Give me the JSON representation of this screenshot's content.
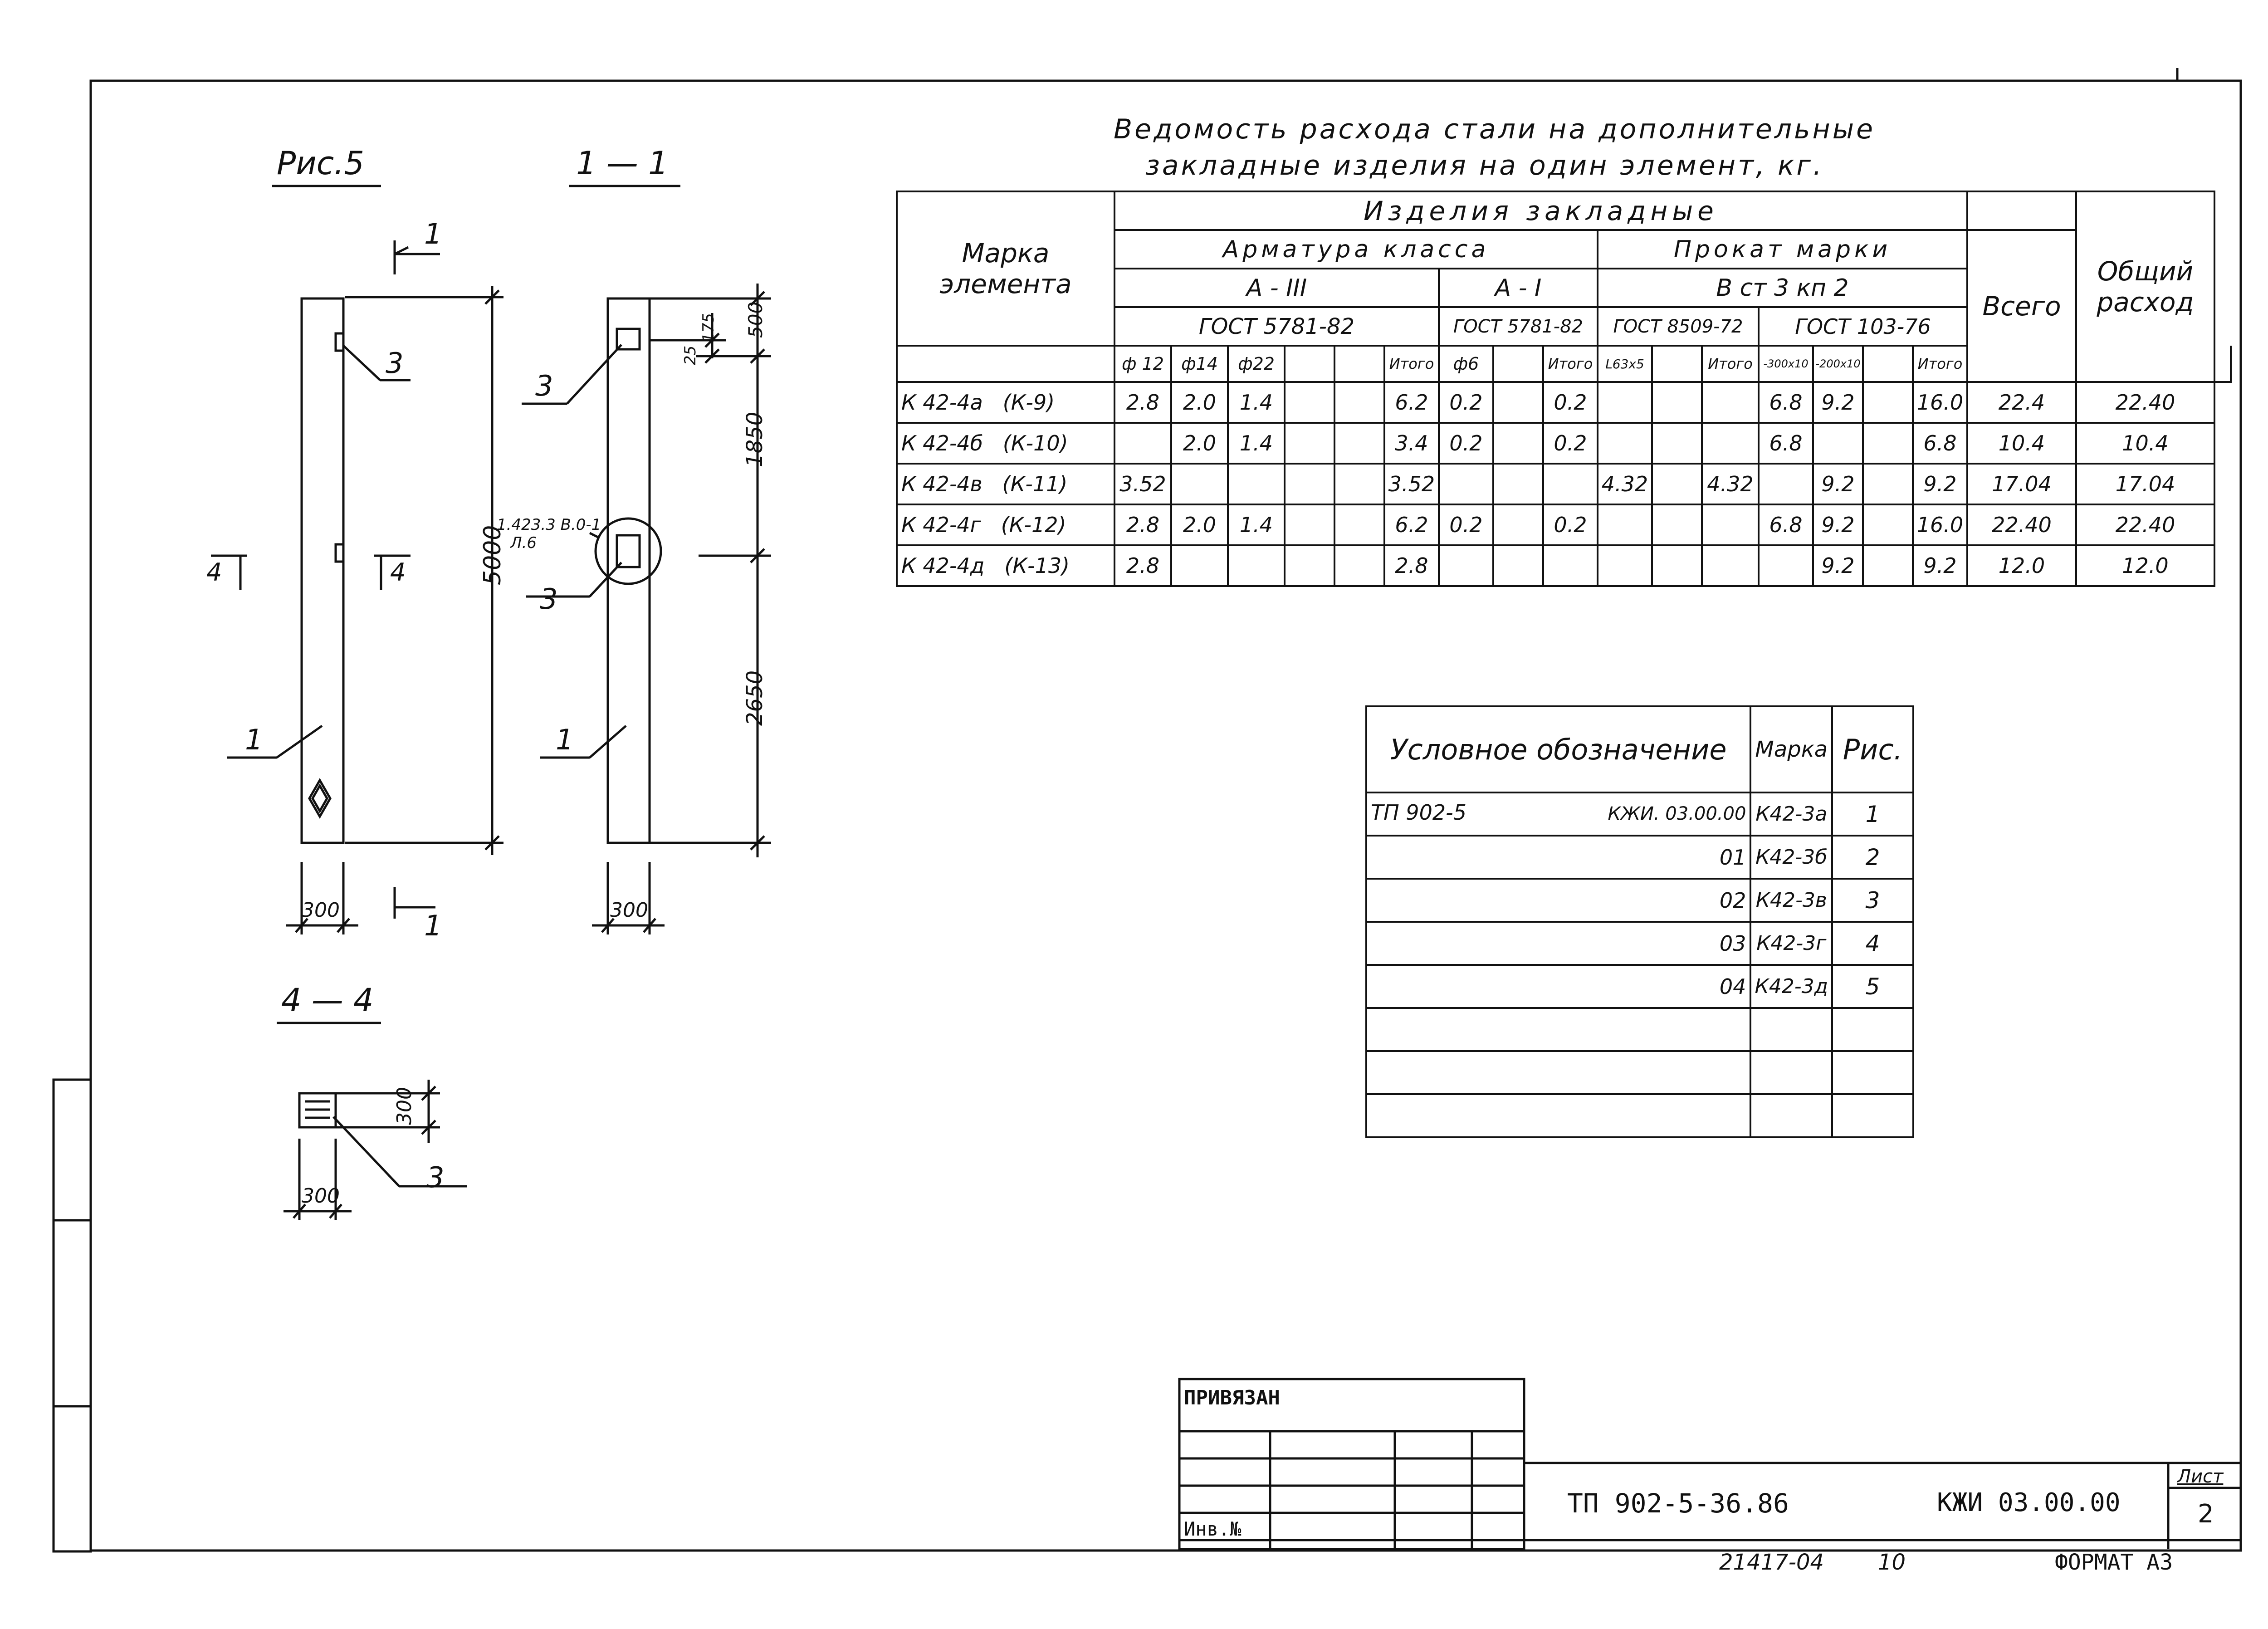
{
  "drawing": {
    "fig_title": "Рис.5",
    "section_11": "1 — 1",
    "section_44": "4 — 4",
    "cut_marks": {
      "one": "1",
      "four": "4"
    },
    "part_labels": {
      "p1": "1",
      "p3": "3"
    },
    "dims": {
      "length": "5000",
      "width": "300",
      "d500": "500",
      "d175": "175",
      "d25": "25",
      "d1850": "1850",
      "d2650": "2650",
      "d300": "300"
    },
    "callout": {
      "line1": "1.423.3 В.0-1",
      "line2": "Л.6"
    }
  },
  "steel_table": {
    "title_line1": "Ведомость расхода стали на дополнительные",
    "title_line2": "закладные изделия на один элемент, кг.",
    "h_mark": "Марка элемента",
    "h_products": "Изделия закладные",
    "h_rebar": "Арматура класса",
    "h_a3": "А - III",
    "h_a1": "А - I",
    "h_rolled": "Прокат марки",
    "h_vst": "В ст 3 кп 2",
    "h_gost1": "ГОСТ 5781-82",
    "h_gost2": "ГОСТ 5781-82",
    "h_gost3": "ГОСТ 8509-72",
    "h_gost4": "ГОСТ 103-76",
    "h_total": "Всего",
    "h_overall": "Общий расход",
    "sub": [
      "ф 12",
      "ф14",
      "ф22",
      "",
      "",
      "Итого",
      "ф6",
      "",
      "Итого",
      "L63х5",
      "",
      "Итого",
      "-300х10",
      "-200х10",
      "",
      "Итого"
    ],
    "rows": [
      {
        "mark": "К 42-4а",
        "alias": "(К-9)",
        "c": [
          "2.8",
          "2.0",
          "1.4",
          "",
          "",
          "6.2",
          "0.2",
          "",
          "0.2",
          "",
          "",
          "",
          "6.8",
          "9.2",
          "",
          "16.0"
        ],
        "total": "22.4",
        "overall": "22.40"
      },
      {
        "mark": "К 42-4б",
        "alias": "(К-10)",
        "c": [
          "",
          "2.0",
          "1.4",
          "",
          "",
          "3.4",
          "0.2",
          "",
          "0.2",
          "",
          "",
          "",
          "6.8",
          "",
          "",
          "6.8"
        ],
        "total": "10.4",
        "overall": "10.4"
      },
      {
        "mark": "К 42-4в",
        "alias": "(К-11)",
        "c": [
          "3.52",
          "",
          "",
          "",
          "",
          "3.52",
          "",
          "",
          "",
          "4.32",
          "",
          "4.32",
          "",
          "9.2",
          "",
          "9.2"
        ],
        "total": "17.04",
        "overall": "17.04"
      },
      {
        "mark": "К 42-4г",
        "alias": "(К-12)",
        "c": [
          "2.8",
          "2.0",
          "1.4",
          "",
          "",
          "6.2",
          "0.2",
          "",
          "0.2",
          "",
          "",
          "",
          "6.8",
          "9.2",
          "",
          "16.0"
        ],
        "total": "22.40",
        "overall": "22.40"
      },
      {
        "mark": "К 42-4д",
        "alias": "(К-13)",
        "c": [
          "2.8",
          "",
          "",
          "",
          "",
          "2.8",
          "",
          "",
          "",
          "",
          "",
          "",
          "",
          "9.2",
          "",
          "9.2"
        ],
        "total": "12.0",
        "overall": "12.0"
      }
    ]
  },
  "legend_table": {
    "h_designation": "Условное обозначение",
    "h_mark": "Марка",
    "h_fig": "Рис.",
    "rows": [
      {
        "left": "ТП 902-5",
        "code": "КЖИ. 03.00.00",
        "mark": "К42-3а",
        "fig": "1"
      },
      {
        "left": "",
        "code": "01",
        "mark": "К42-3б",
        "fig": "2"
      },
      {
        "left": "",
        "code": "02",
        "mark": "К42-3в",
        "fig": "3"
      },
      {
        "left": "",
        "code": "03",
        "mark": "К42-3г",
        "fig": "4"
      },
      {
        "left": "",
        "code": "04",
        "mark": "К42-3д",
        "fig": "5"
      },
      {
        "left": "",
        "code": "",
        "mark": "",
        "fig": ""
      },
      {
        "left": "",
        "code": "",
        "mark": "",
        "fig": ""
      },
      {
        "left": "",
        "code": "",
        "mark": "",
        "fig": ""
      }
    ]
  },
  "stamp": {
    "bound": "ПРИВЯЗАН",
    "inv": "Инв.№",
    "project": "ТП 902-5-36.86",
    "code": "КЖИ 03.00.00",
    "sheet_label": "Лист",
    "sheet_no": "2",
    "bottom_id": "21417-04",
    "bottom_no": "10",
    "format": "ФОРМАТ А3"
  }
}
